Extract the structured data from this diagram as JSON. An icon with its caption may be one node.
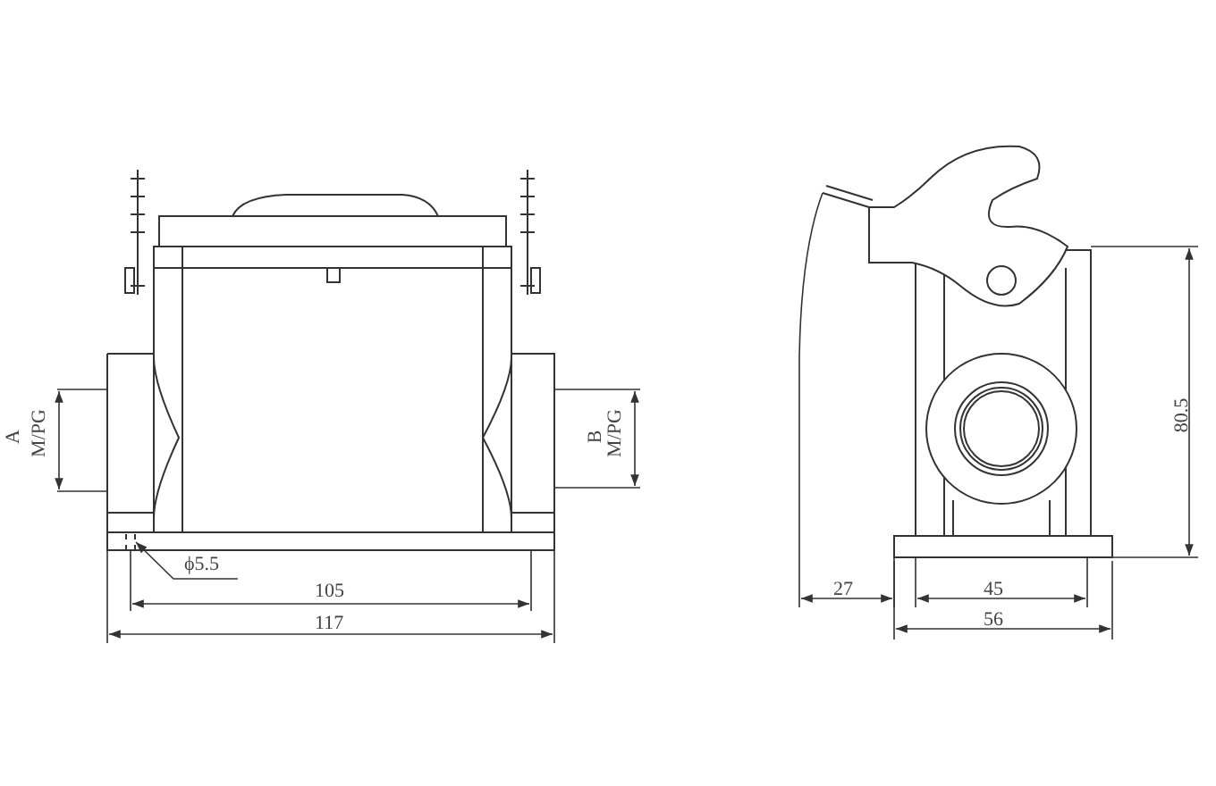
{
  "diagram": {
    "nodes": [
      {
        "text": [
          "ϕ5.5"
        ]
      },
      {
        "text": [],
        "shape": "bar"
      }
    ],
    "edges": [
      {
        "from": 0,
        "to": 1,
        "arrow": "to"
      }
    ],
    "labels": [
      "A",
      "M/PG",
      "B",
      "M/PG",
      "105",
      "117",
      "27",
      "45",
      "80.5",
      "56"
    ]
  }
}
